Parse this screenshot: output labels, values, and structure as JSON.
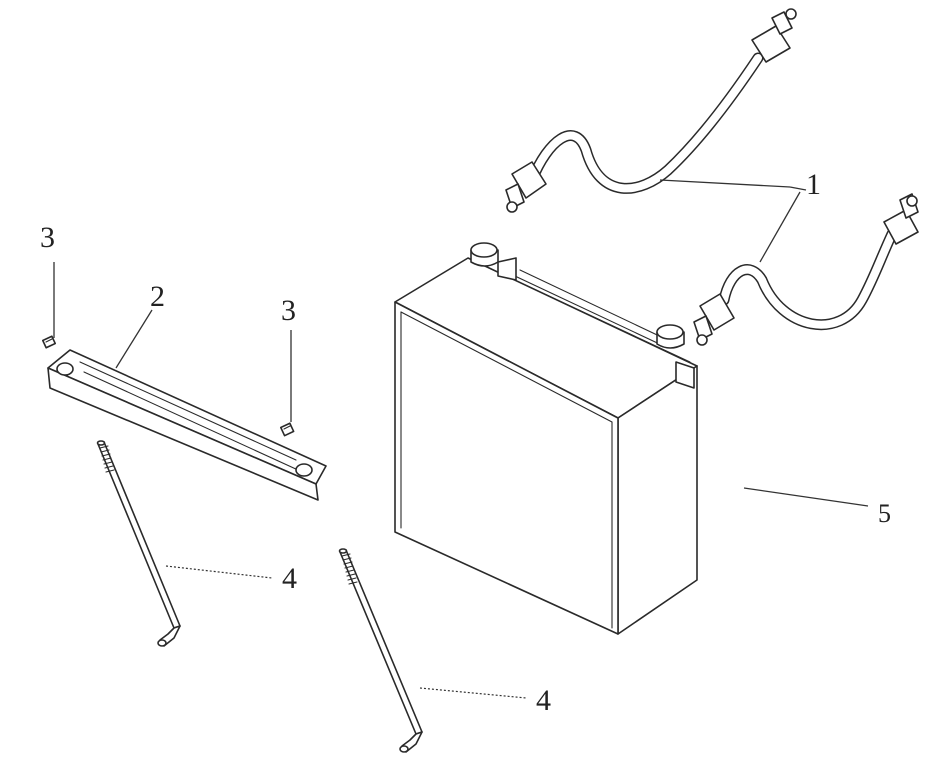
{
  "callouts": {
    "cable": "1",
    "bracket": "2",
    "nut_left": "3",
    "nut_right": "3",
    "rod_left": "4",
    "rod_right": "4",
    "battery": "5"
  }
}
